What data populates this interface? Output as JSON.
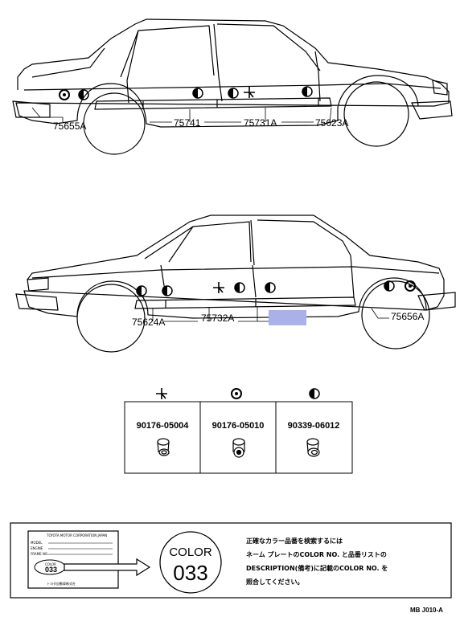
{
  "car_top": {
    "labels": {
      "left_rear_part": "75655A",
      "rocker_rear": "75741",
      "rocker_front": "75731A",
      "front_part": "75623A"
    }
  },
  "car_bottom": {
    "labels": {
      "front_part": "75624A",
      "rocker": "75732A",
      "rear_part": "75656A"
    },
    "highlight_color": "#aab0e8"
  },
  "fasteners": [
    {
      "icon": "cross-clip-icon",
      "part_number": "90176-05004"
    },
    {
      "icon": "round-clip-icon",
      "part_number": "90176-05010"
    },
    {
      "icon": "half-circle-clip-icon",
      "part_number": "90339-06012"
    }
  ],
  "notice": {
    "plate_header": "TOYOTA MOTOR CORPORATION JAPAN",
    "plate_lines": [
      "MODEL",
      "ENGINE",
      "FRAME NO."
    ],
    "plate_color_label": "COLOR",
    "plate_color_code": "033",
    "plate_maker": "トヨタ自動車株式社",
    "color_label": "COLOR",
    "color_code": "033",
    "text_lines": [
      "正確なカラー品番を検索するには",
      "ネーム プレートのCOLOR NO. と品番リストの",
      "DESCRIPTION(備考)に記載のCOLOR NO. を",
      "照合してください。"
    ]
  },
  "footer_code": "MB J010-A"
}
